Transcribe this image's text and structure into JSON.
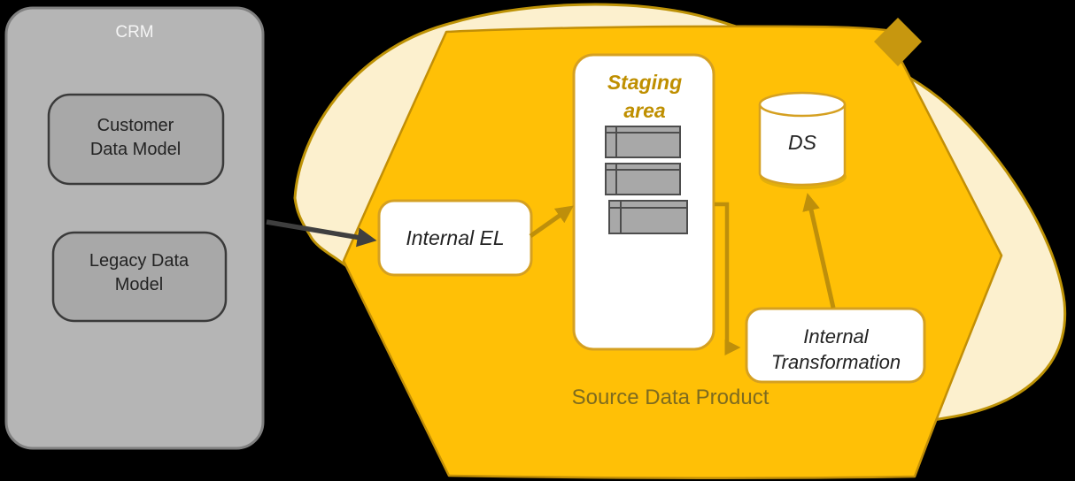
{
  "colors": {
    "background": "#000000",
    "hexagon": "#FFC006",
    "hexagon_border": "#C28F06",
    "blob": "#FCF0CE",
    "blob_border": "#BD9206",
    "diamond": "#C7970F",
    "gold_box_border": "#D5A021",
    "arrow_gold": "#BE8F0B",
    "arrow_dark": "#3F3F3F",
    "crm_panel": "#B5B5B5",
    "crm_panel_border": "#808080",
    "crm_box": "#A8A8A8",
    "crm_box_border": "#3A3A3A",
    "dataset_fill": "#A8A8A8",
    "dataset_border": "#4D4D4D",
    "cylinder_shadow": "#E2AF0B",
    "staging_title_color": "#BF8F00",
    "product_label_color": "#7E6B1F",
    "crm_title_color": "#F5F5F5",
    "node_fill": "#FFFFFF"
  },
  "crm": {
    "title": "CRM",
    "customer_model": {
      "line1": "Customer",
      "line2": "Data Model"
    },
    "legacy_model": {
      "line1": "Legacy Data",
      "line2": "Model"
    }
  },
  "product": {
    "label": "Source Data Product",
    "internal_el": "Internal EL",
    "staging_title": {
      "line1": "Staging",
      "line2": "area"
    },
    "ds_label": "DS",
    "transformation": {
      "line1": "Internal",
      "line2": "Transformation"
    }
  }
}
